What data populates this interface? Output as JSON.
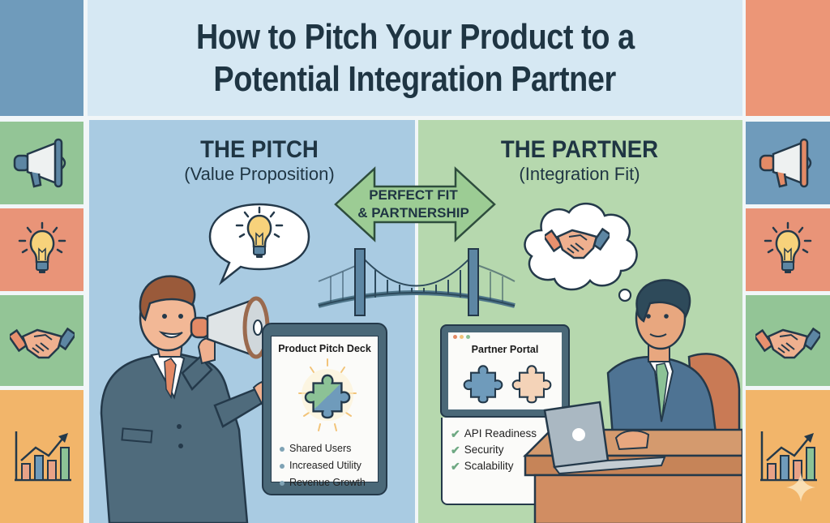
{
  "title": {
    "line1": "How to Pitch Your Product to a",
    "line2": "Potential Integration Partner"
  },
  "left_panel": {
    "heading": "THE PITCH",
    "subheading": "(Value Proposition)",
    "thought_icon": "lightbulb-icon",
    "presenter_prop": "megaphone-icon",
    "tablet": {
      "title": "Product Pitch Deck",
      "icon": "puzzle-piece-icon",
      "bullets": [
        "Shared Users",
        "Increased Utility",
        "Revenue Growth"
      ]
    }
  },
  "center": {
    "arrow_line1": "PERFECT FIT",
    "arrow_line2": "& PARTNERSHIP",
    "bridge_icon": "bridge-icon"
  },
  "right_panel": {
    "heading": "THE PARTNER",
    "subheading": "(Integration Fit)",
    "thought_icon": "handshake-icon",
    "portal": {
      "title": "Partner Portal",
      "icons": [
        "puzzle-piece-blue-icon",
        "puzzle-piece-beige-icon"
      ],
      "checklist": [
        "API Readiness",
        "Security",
        "Scalability"
      ]
    }
  },
  "side_tiles": {
    "left": [
      {
        "icon": "blank",
        "color": "#6f9bbb"
      },
      {
        "icon": "megaphone-icon",
        "color": "#93c596"
      },
      {
        "icon": "lightbulb-icon",
        "color": "#e99478"
      },
      {
        "icon": "handshake-icon",
        "color": "#93c596"
      },
      {
        "icon": "growth-chart-icon",
        "color": "#f2b56a"
      }
    ],
    "right": [
      {
        "icon": "blank",
        "color": "#ec9677"
      },
      {
        "icon": "megaphone-icon",
        "color": "#6f9bbb"
      },
      {
        "icon": "lightbulb-icon",
        "color": "#e99478"
      },
      {
        "icon": "handshake-icon",
        "color": "#93c596"
      },
      {
        "icon": "growth-chart-icon",
        "color": "#f2b56a"
      }
    ]
  },
  "colors": {
    "title_bg": "#d6e8f3",
    "pitch_bg": "#a9cbe2",
    "partner_bg": "#b6d8ae",
    "text_dark": "#1f3543",
    "arrow_fill": "#9ccc94"
  }
}
